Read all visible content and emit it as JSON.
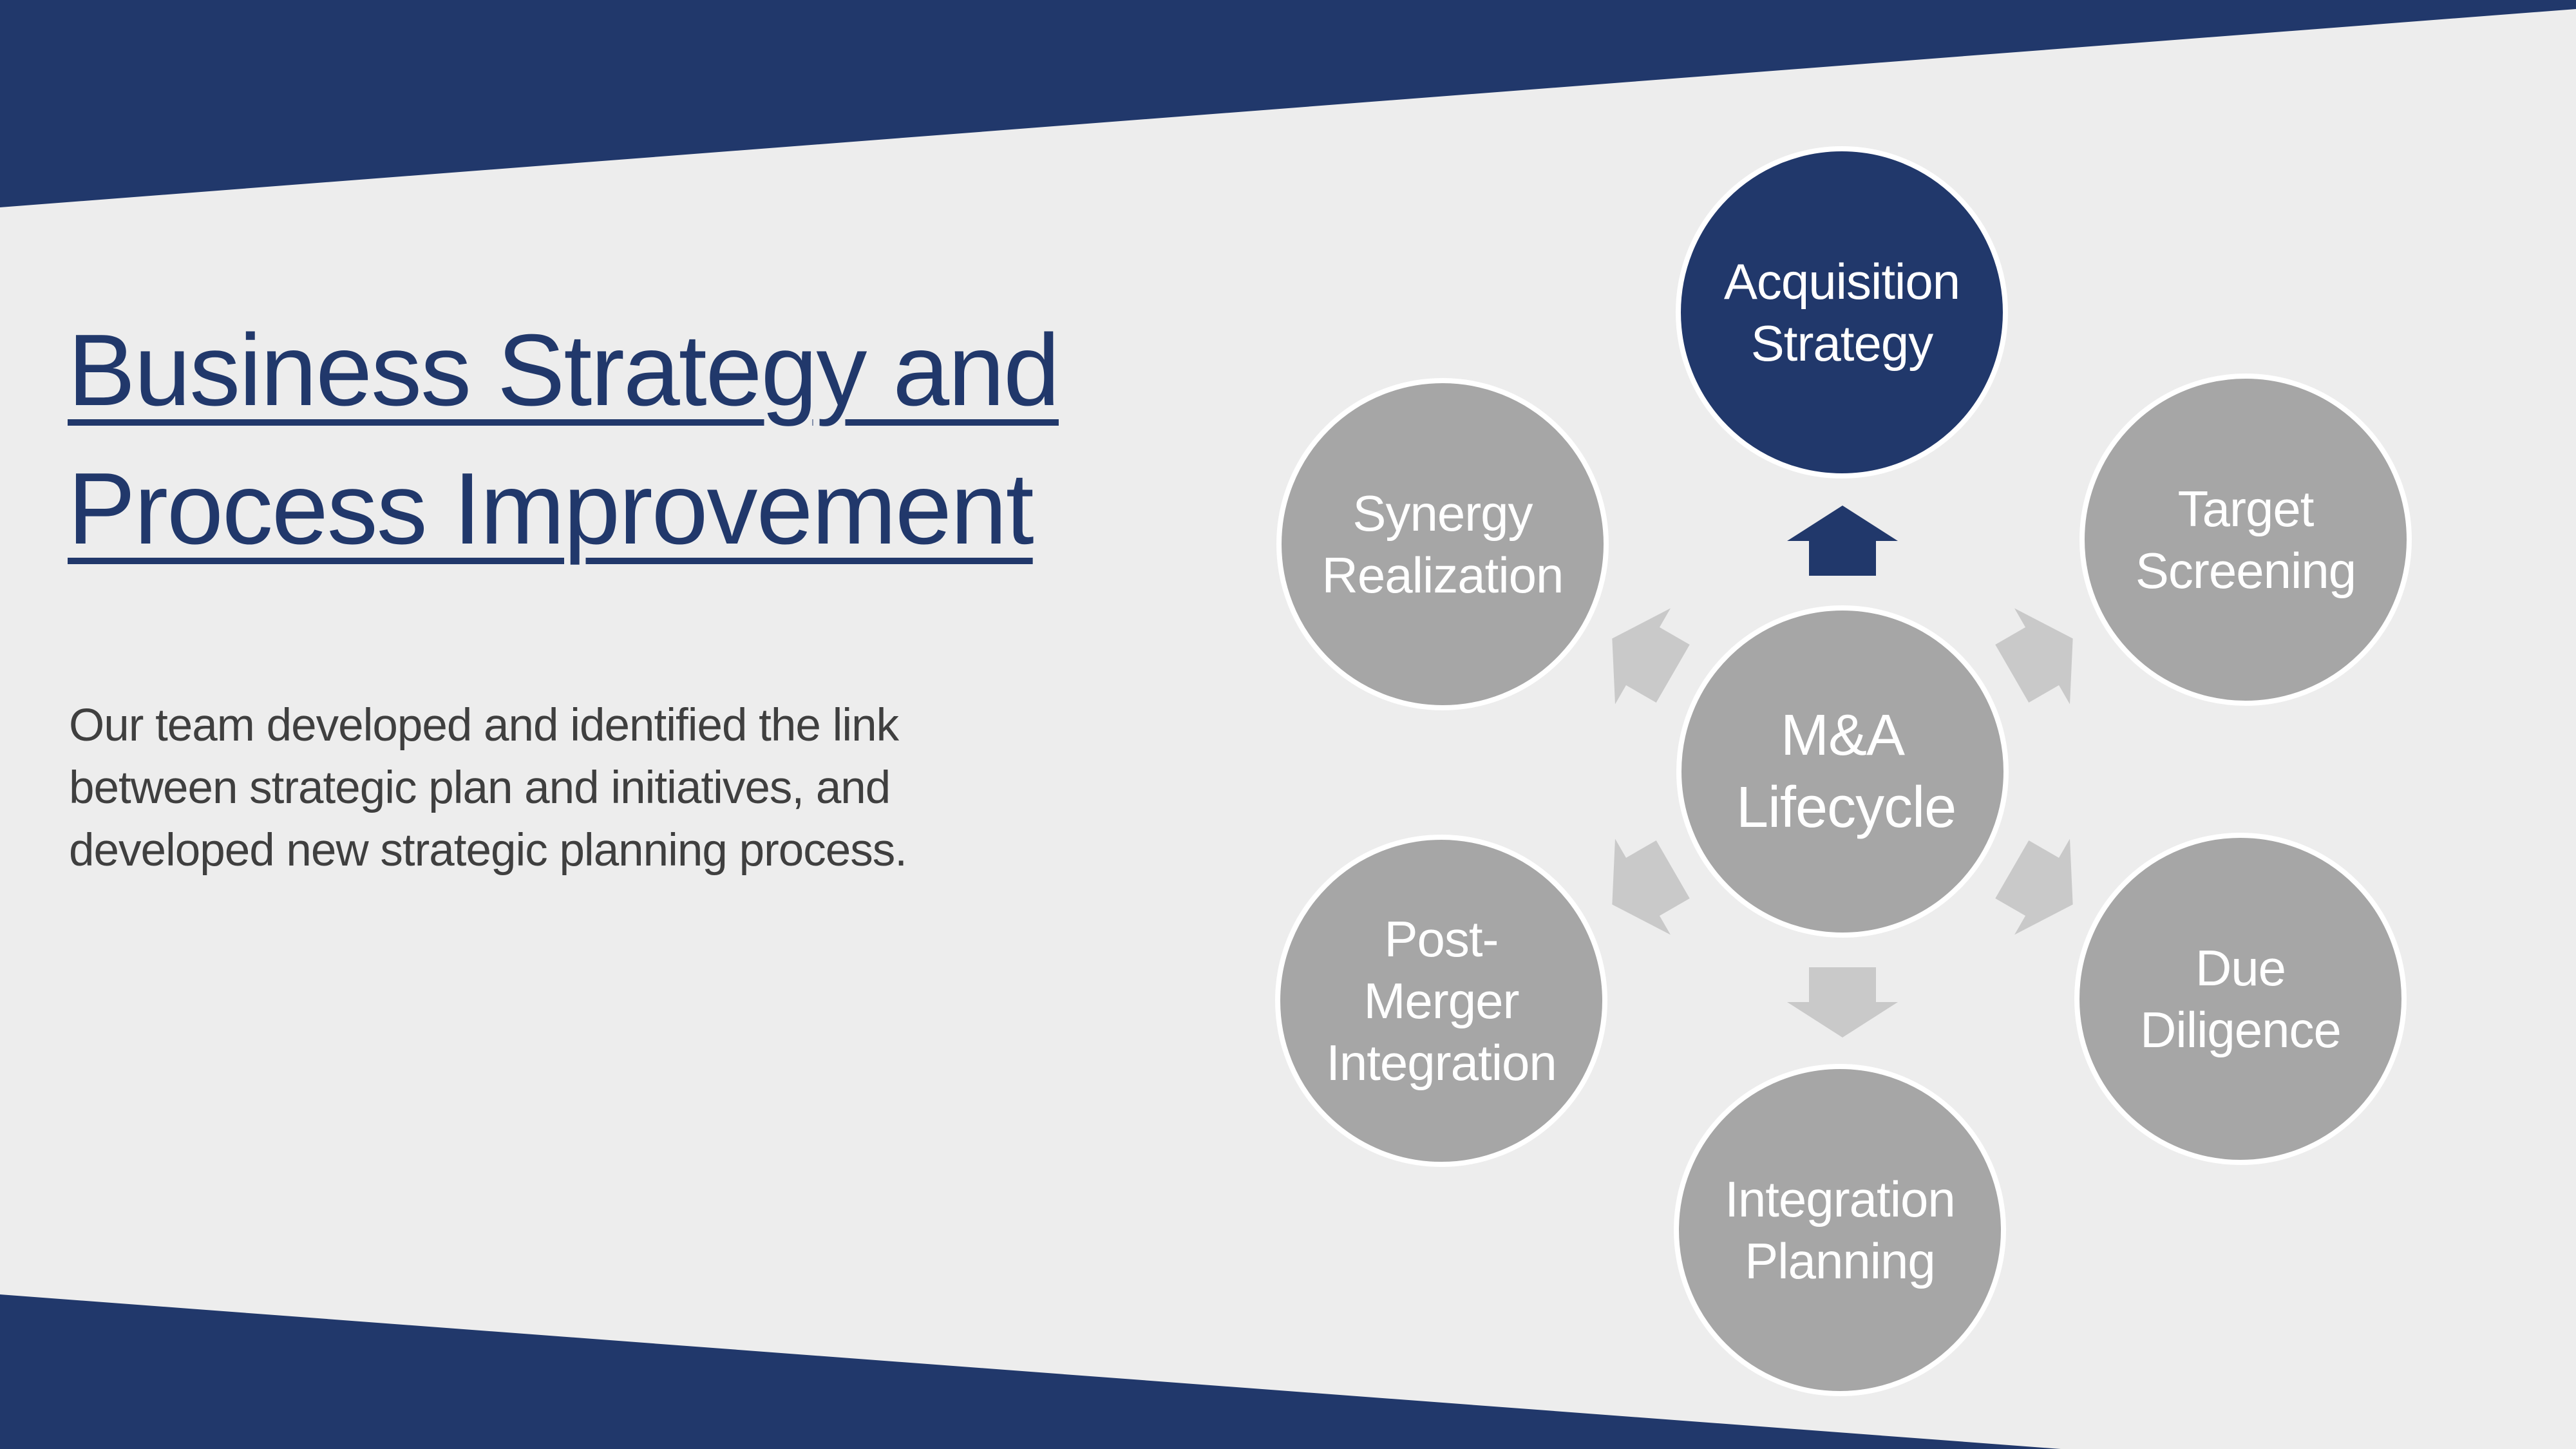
{
  "slide": {
    "title": "Business Strategy and Process Improvement",
    "title_lines": [
      "Business Strategy and",
      "Process Improvement"
    ],
    "body": "Our team developed and identified the link between strategic plan and initiatives, and developed new strategic planning process.",
    "colors": {
      "band_navy": "#21386B",
      "title_navy": "#21386B",
      "body_gray": "#3F3F3F",
      "circle_gray": "#A6A6A6",
      "circle_highlight_navy": "#21386B",
      "arrow_light_gray": "#C9C9C9",
      "arrow_highlight_navy": "#21386B",
      "background": "#EDEDED",
      "circle_ring_white": "#FFFFFF"
    },
    "diagram": {
      "center": {
        "label": "M&A Lifecycle"
      },
      "nodes": [
        {
          "label": "Acquisition Strategy",
          "highlighted": true
        },
        {
          "label": "Target Screening",
          "highlighted": false
        },
        {
          "label": "Due Diligence",
          "highlighted": false
        },
        {
          "label": "Integration Planning",
          "highlighted": false
        },
        {
          "label": "Post-Merger Integration",
          "highlighted": false
        },
        {
          "label": "Synergy Realization",
          "highlighted": false
        }
      ]
    }
  }
}
